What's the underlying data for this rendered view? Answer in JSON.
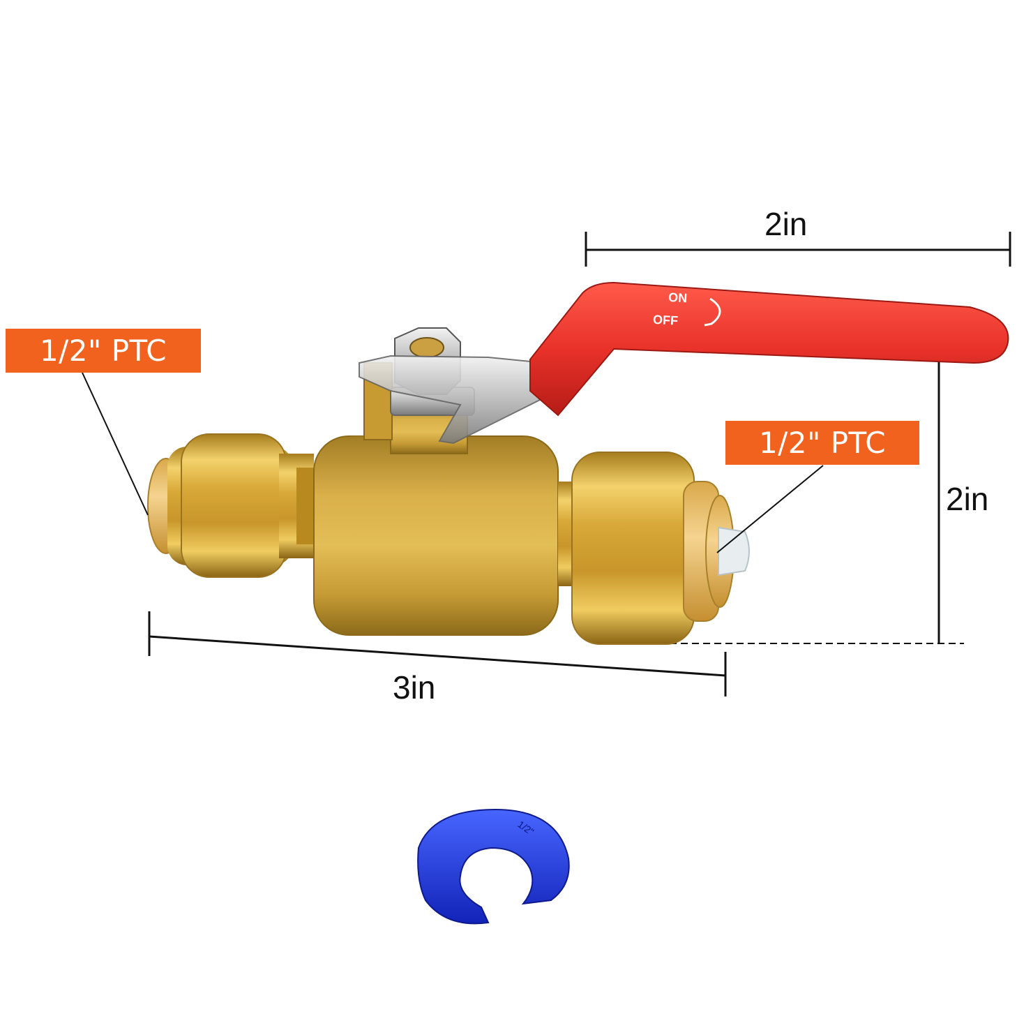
{
  "colors": {
    "callout_bg": "#f0621e",
    "handle": "#e8322a",
    "brass": "#d6a634",
    "brass_dark": "#8a6a15",
    "clip": "#1f3ae0",
    "insert": "#e8eef0",
    "line": "#111111"
  },
  "callouts": {
    "left": "1/2\" PTC",
    "right": "1/2\" PTC"
  },
  "dimensions": {
    "top": "2in",
    "right": "2in",
    "bottom": "3in"
  },
  "handle": {
    "on_label": "ON",
    "off_label": "OFF"
  },
  "clip": {
    "size_label": "1/2\""
  },
  "icons": [
    "ball-valve-icon",
    "release-clip-icon",
    "rotation-arrow-icon"
  ]
}
